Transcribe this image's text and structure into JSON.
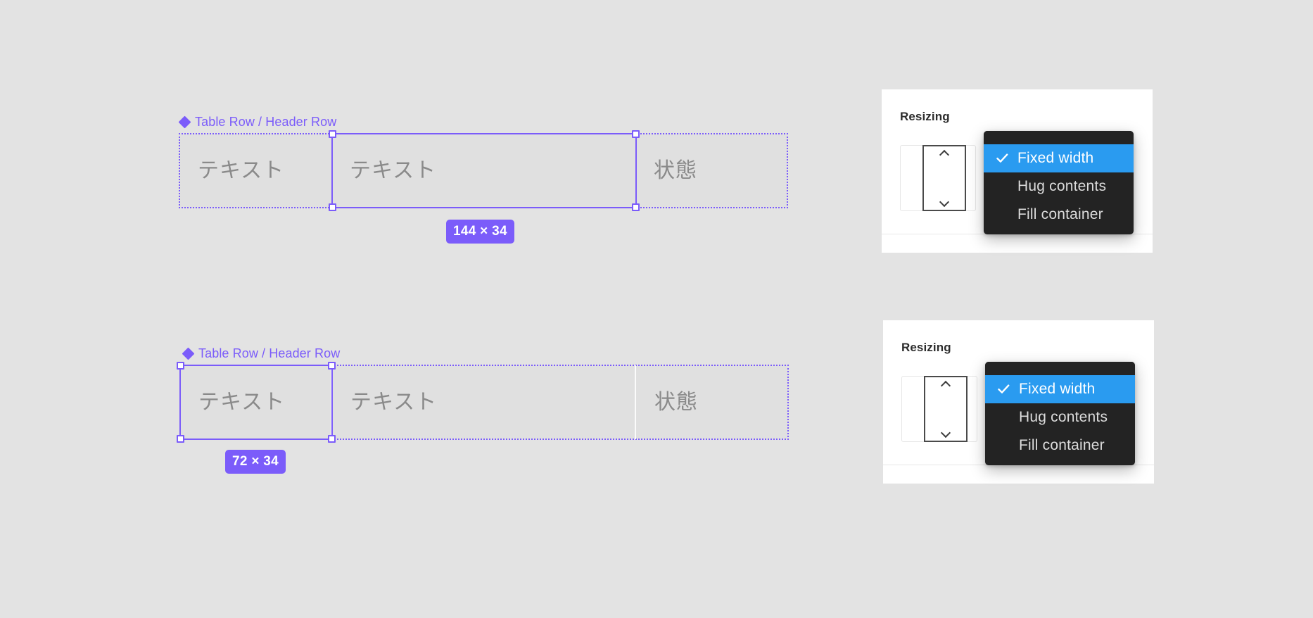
{
  "canvas": {
    "background": "#e3e3e3",
    "selection_color": "#7b5cfa"
  },
  "component_groups": [
    {
      "label": "Table Row / Header Row",
      "icon": "component-instance-diamond-icon",
      "cells": [
        {
          "text": "テキスト"
        },
        {
          "text": "テキスト"
        },
        {
          "text": "状態"
        }
      ],
      "selected_cell_index": 1,
      "size_badge": "144 × 34"
    },
    {
      "label": "Table Row / Header Row",
      "icon": "component-instance-diamond-icon",
      "cells": [
        {
          "text": "テキスト"
        },
        {
          "text": "テキスト"
        },
        {
          "text": "状態"
        }
      ],
      "selected_cell_index": 0,
      "size_badge": "72 × 34"
    }
  ],
  "panels": [
    {
      "title": "Resizing",
      "widget": {
        "increment_icon": "chevron-up-icon",
        "decrement_icon": "chevron-down-icon"
      },
      "menu": {
        "items": [
          {
            "label": "Fixed width",
            "selected": true,
            "check_icon": "checkmark-icon"
          },
          {
            "label": "Hug contents",
            "selected": false,
            "check_icon": ""
          },
          {
            "label": "Fill container",
            "selected": false,
            "check_icon": ""
          }
        ],
        "highlight_color": "#2a9bf0",
        "background_color": "#232323"
      }
    },
    {
      "title": "Resizing",
      "widget": {
        "increment_icon": "chevron-up-icon",
        "decrement_icon": "chevron-down-icon"
      },
      "menu": {
        "items": [
          {
            "label": "Fixed width",
            "selected": true,
            "check_icon": "checkmark-icon"
          },
          {
            "label": "Hug contents",
            "selected": false,
            "check_icon": ""
          },
          {
            "label": "Fill container",
            "selected": false,
            "check_icon": ""
          }
        ],
        "highlight_color": "#2a9bf0",
        "background_color": "#232323"
      }
    }
  ]
}
